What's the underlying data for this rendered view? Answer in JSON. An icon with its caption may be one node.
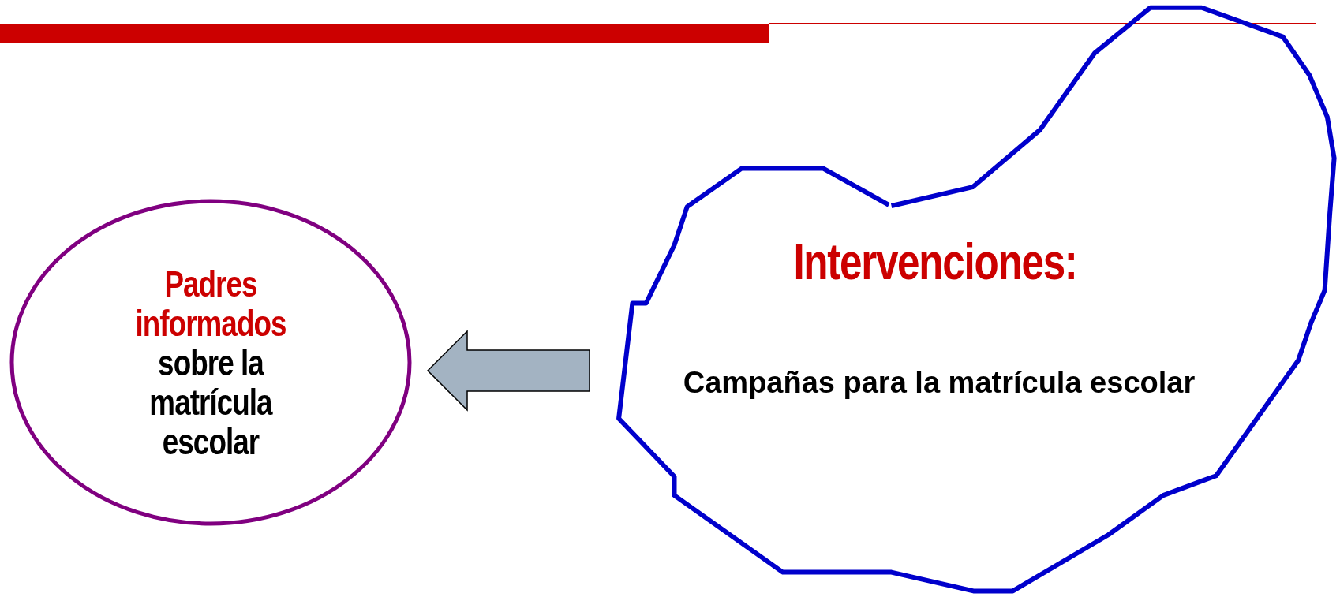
{
  "diagram": {
    "nodes": [
      {
        "text": [
          "Padres informados",
          "sobre la matrícula escolar"
        ]
      },
      {
        "text": [
          "Intervenciones:",
          "Campañas para la matrícula escolar"
        ]
      }
    ],
    "edges": [
      {
        "from": 1,
        "to": 0,
        "arrow": "to"
      }
    ]
  }
}
